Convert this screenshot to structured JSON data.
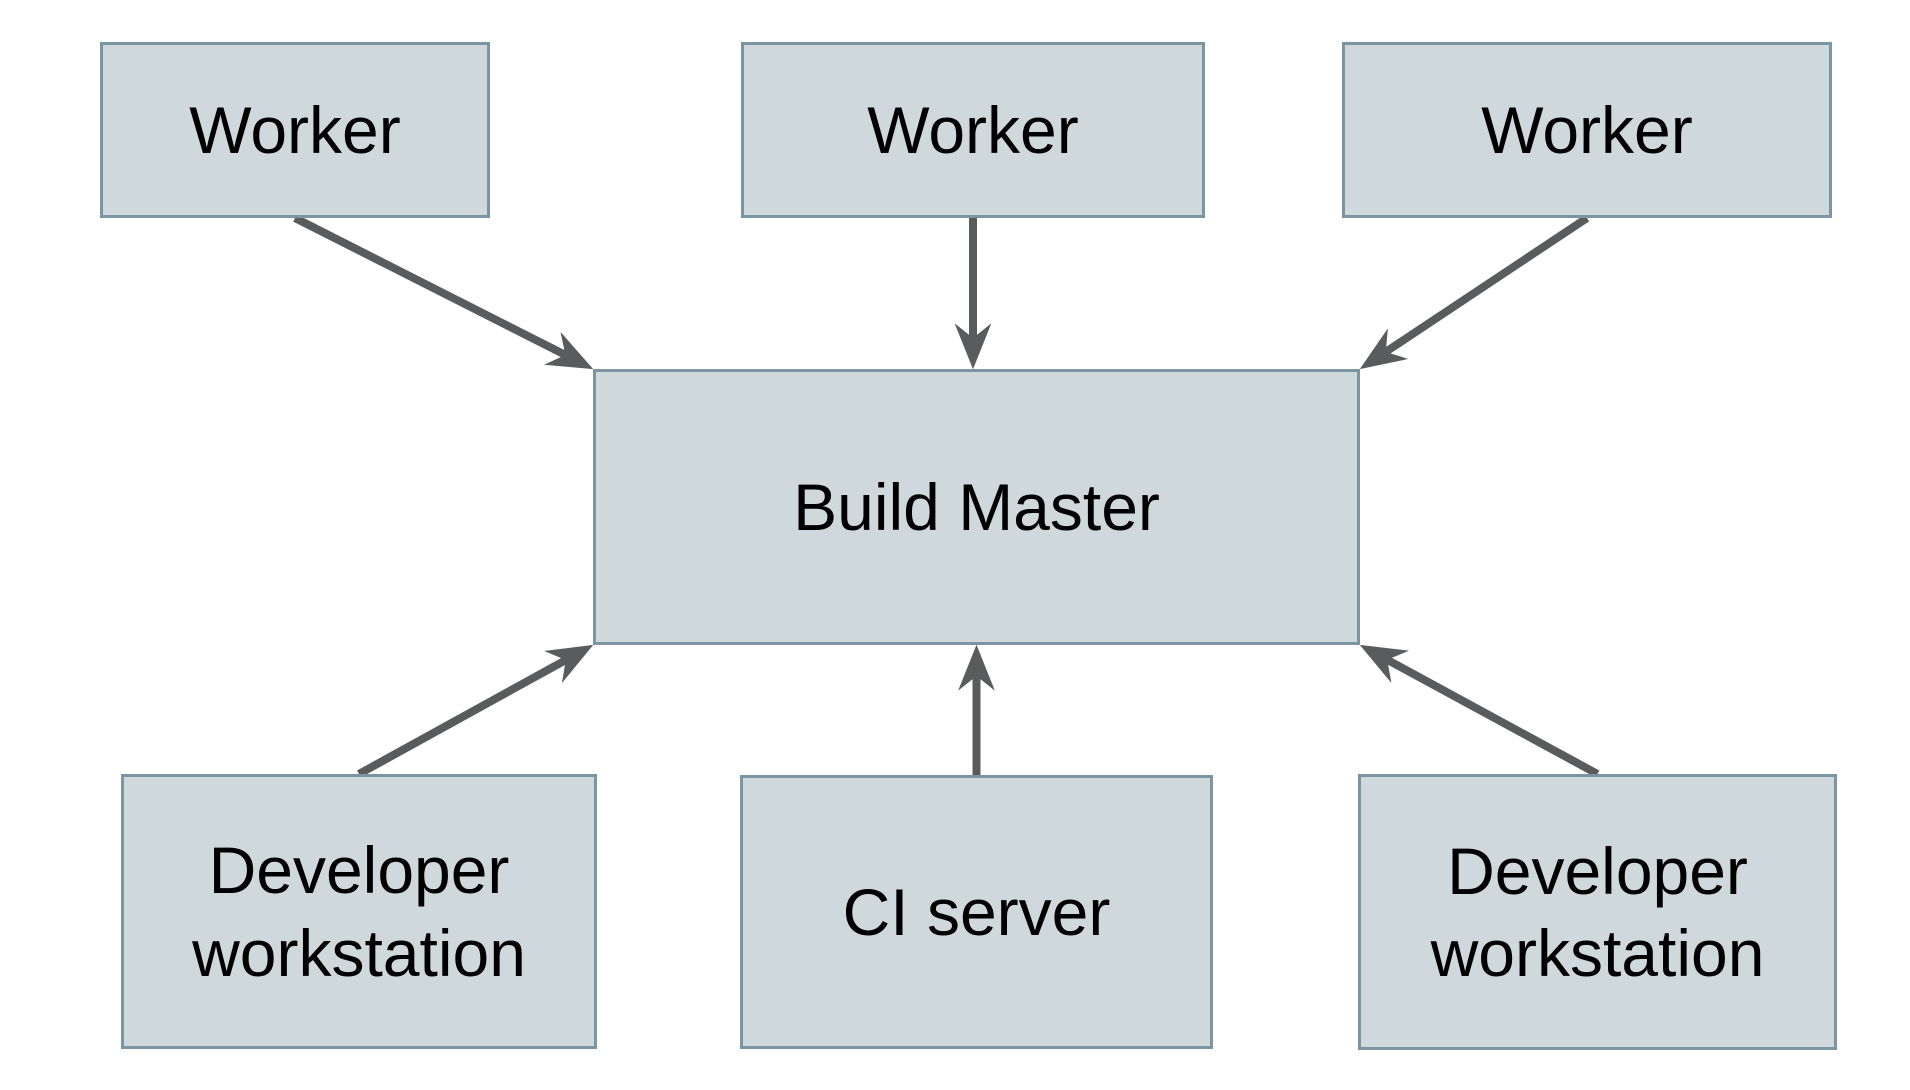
{
  "diagram": {
    "colors": {
      "background": "#ffffff",
      "node_fill": "#cfd8db",
      "node_border": "#7b96a2",
      "arrow": "#595b5d",
      "text": "#000000"
    },
    "nodes": [
      {
        "id": "worker-1",
        "label": "Worker"
      },
      {
        "id": "worker-2",
        "label": "Worker"
      },
      {
        "id": "worker-3",
        "label": "Worker"
      },
      {
        "id": "build-master",
        "label": "Build Master"
      },
      {
        "id": "developer-workstation-1",
        "label": "Developer workstation"
      },
      {
        "id": "ci-server",
        "label": "CI server"
      },
      {
        "id": "developer-workstation-2",
        "label": "Developer workstation"
      }
    ],
    "edges": [
      {
        "from": "worker-1",
        "to": "build-master"
      },
      {
        "from": "worker-2",
        "to": "build-master"
      },
      {
        "from": "worker-3",
        "to": "build-master"
      },
      {
        "from": "developer-workstation-1",
        "to": "build-master"
      },
      {
        "from": "ci-server",
        "to": "build-master"
      },
      {
        "from": "developer-workstation-2",
        "to": "build-master"
      }
    ]
  }
}
